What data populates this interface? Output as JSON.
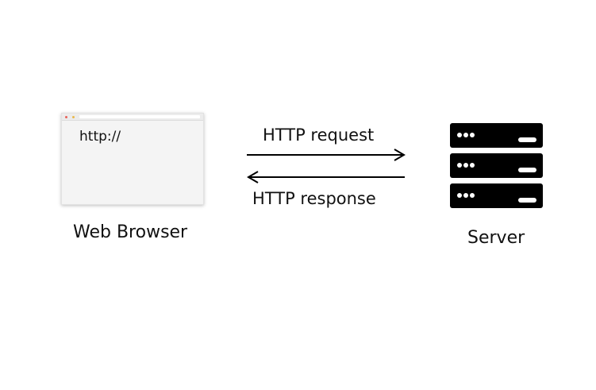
{
  "browser": {
    "url_text": "http://",
    "caption": "Web Browser",
    "window_dot_colors": [
      "#e8625a",
      "#e9b94d",
      "#9fd06a"
    ]
  },
  "server": {
    "caption": "Server",
    "units": 3,
    "lights_per_unit": 3,
    "color": "#000000"
  },
  "arrows": {
    "request_label": "HTTP request",
    "response_label": "HTTP response"
  }
}
